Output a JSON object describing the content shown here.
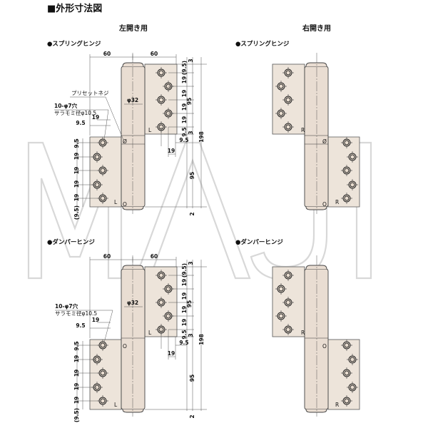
{
  "title": "■外形寸法図",
  "columns": {
    "left": "左開き用",
    "right": "右開き用"
  },
  "sections": {
    "spring": "●スプリングヒンジ",
    "damper": "●ダンパーヒンジ"
  },
  "callouts": {
    "preset_screw": "プリセットネジ",
    "holes": "10-φ7穴",
    "countersink": "サラモミ径φ10.5"
  },
  "dimensions": {
    "leaf_width_left": "60",
    "leaf_width_right": "60",
    "pin_diameter": "φ32",
    "top_offset": "(9.5)",
    "top_gap": "3",
    "pitch": "19",
    "end_offset": "9.5",
    "leaf_height": "95",
    "mid_gap": "3",
    "total_height": "198",
    "bottom_gap": "2",
    "bottom_offset": "(9.5)",
    "edge_offset": "9.5",
    "hole_spacing": "19"
  },
  "leaf_marks": {
    "left": "L",
    "right": "R",
    "pin_top": "Ø",
    "pin_bottom": "O"
  },
  "watermark": "MAJI"
}
